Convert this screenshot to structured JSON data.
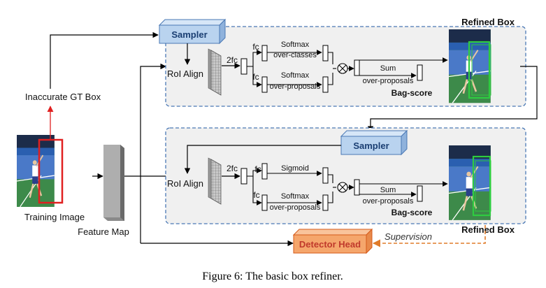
{
  "labels": {
    "inaccurate_gt_box": "Inaccurate GT Box",
    "training_image": "Training Image",
    "feature_map": "Feature Map",
    "refined_box_top": "Refined Box",
    "refined_box_bottom": "Refined Box",
    "supervision": "Supervision"
  },
  "top_branch": {
    "sampler": "Sampler",
    "roi_align": "RoI Align",
    "two_fc": "2fc",
    "fc_upper": "fc",
    "fc_lower": "fc",
    "softmax_classes_1": "Softmax",
    "softmax_classes_2": "over-classes",
    "softmax_proposals_1": "Softmax",
    "softmax_proposals_2": "over-proposals",
    "sum_1": "Sum",
    "sum_2": "over-proposals",
    "bag_score": "Bag-score"
  },
  "bottom_branch": {
    "sampler": "Sampler",
    "roi_align": "RoI Align",
    "two_fc": "2fc",
    "fc_upper": "fc",
    "fc_lower": "fc",
    "sigmoid": "Sigmoid",
    "softmax_proposals_1": "Softmax",
    "softmax_proposals_2": "over-proposals",
    "sum_1": "Sum",
    "sum_2": "over-proposals",
    "bag_score": "Bag-score"
  },
  "detector_head": "Detector Head",
  "caption": "Figure 6: The basic box refiner.",
  "colors": {
    "sampler_fill": "#b9d3ef",
    "sampler_stroke": "#4a78b5",
    "panel_fill": "#f0f0f0",
    "panel_border": "#4a78b5",
    "detector_fill": "#f5a66c",
    "detector_stroke": "#d55a1a",
    "detector_text": "#c0392b",
    "supervision": "#e07b2a",
    "gt_box": "#e02020",
    "refined_box": "#2ecc40"
  },
  "icons": {
    "multiply": "circled-times-icon",
    "arrow": "arrow-icon"
  }
}
